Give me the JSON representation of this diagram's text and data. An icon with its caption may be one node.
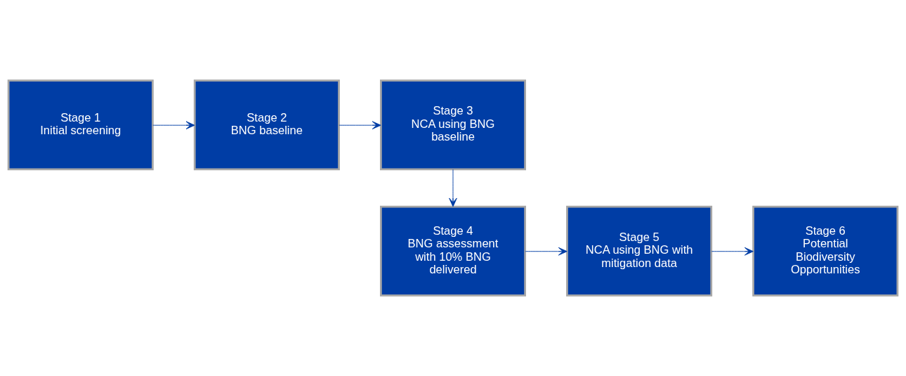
{
  "diagram": {
    "nodes": [
      {
        "text": [
          "Stage 1",
          "Initial screening"
        ]
      },
      {
        "text": [
          "Stage 2",
          "BNG baseline"
        ]
      },
      {
        "text": [
          "Stage 3",
          "NCA using BNG baseline"
        ]
      },
      {
        "text": [
          "Stage 4",
          "BNG assessment with 10% BNG delivered"
        ]
      },
      {
        "text": [
          "Stage 5",
          "NCA using BNG with mitigation data"
        ]
      },
      {
        "text": [
          "Stage 6",
          "Potential Biodiversity Opportunities"
        ]
      }
    ],
    "edges": [
      {
        "from": 0,
        "to": 1,
        "arrow": "to"
      },
      {
        "from": 1,
        "to": 2,
        "arrow": "to"
      },
      {
        "from": 2,
        "to": 3,
        "arrow": "to"
      },
      {
        "from": 3,
        "to": 4,
        "arrow": "to"
      },
      {
        "from": 4,
        "to": 5,
        "arrow": "to"
      }
    ]
  }
}
